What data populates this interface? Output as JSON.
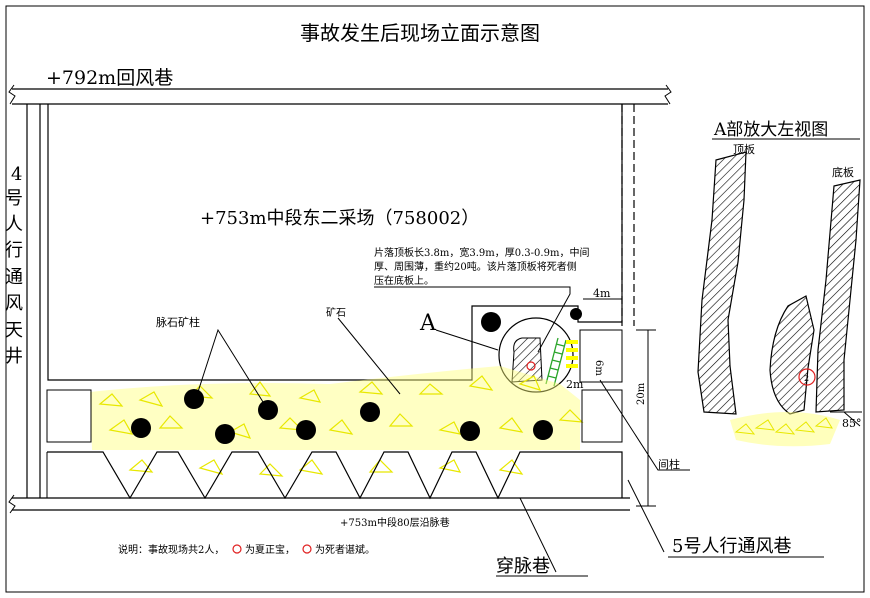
{
  "title": "事故发生后现场立面示意图",
  "labels": {
    "return_airway": "+792m回风巷",
    "shaft_1": "4",
    "shaft_2": "号",
    "shaft_3": "人",
    "shaft_4": "行",
    "shaft_5": "通",
    "shaft_6": "风",
    "shaft_7": "天",
    "shaft_8": "井",
    "stope": "+753m中段东二采场（758002）",
    "rock_pillar": "脉石矿柱",
    "ore": "矿石",
    "point_a": "A",
    "note_line1": "片落顶板长3.8m，宽3.9m，厚0.3-0.9m，中间",
    "note_line2": "厚、周围薄，重约20吨。该片落顶板将死者侧",
    "note_line3": "压在底板上。",
    "dim_4m": "4m",
    "dim_6m": "6m",
    "dim_2m": "2m",
    "dim_20m": "20m",
    "inter_pillar": "间柱",
    "vein_drift": "+753m中段80层沿脉巷",
    "vent_drift": "5号人行通风巷",
    "crosscut": "穿脉巷",
    "legend_prefix": "说明：事故现场共2人，",
    "legend_p1": "为夏正宝，",
    "legend_p2": "为死者谌斌。",
    "detail_title": "A部放大左视图",
    "roof": "顶板",
    "floor": "底板",
    "angle": "85°",
    "marker": "2"
  },
  "colors": {
    "ore": "#ffff00",
    "ladder": "#22aa22",
    "person": "#e02020",
    "pillar": "#000000"
  }
}
